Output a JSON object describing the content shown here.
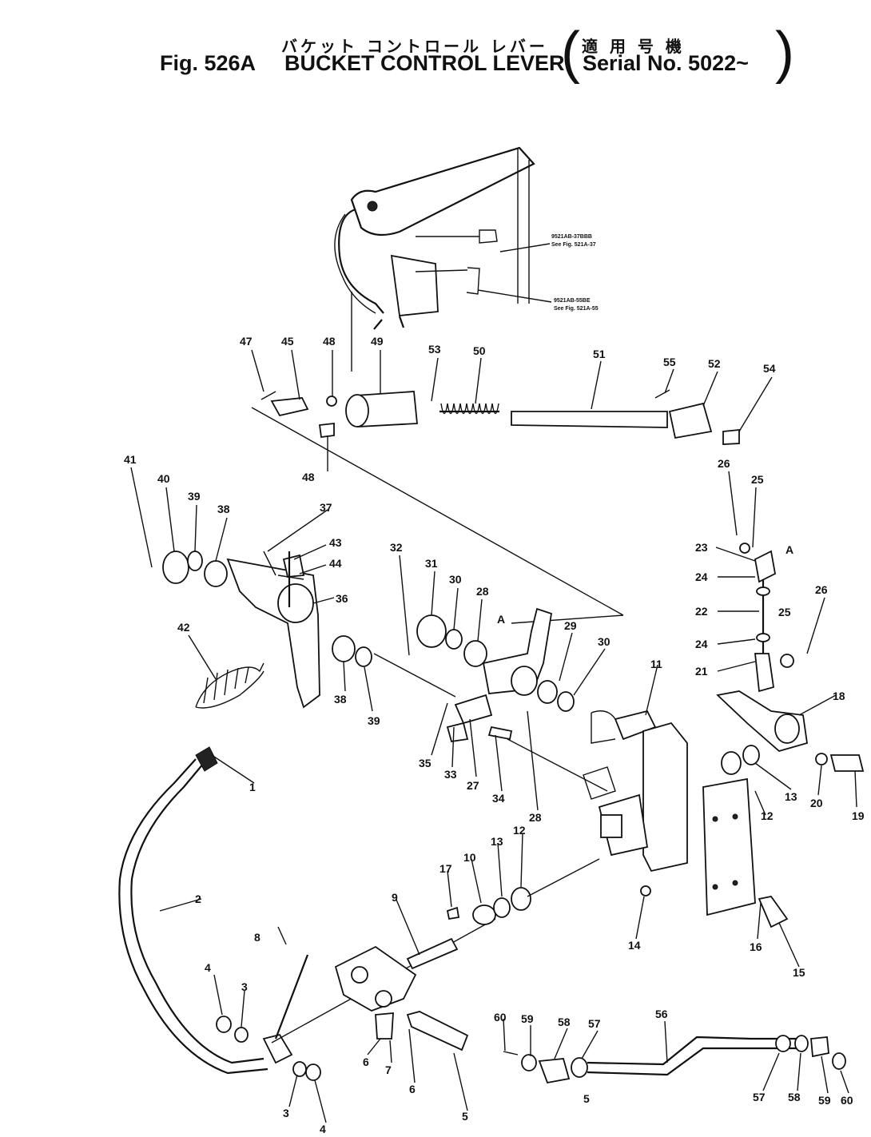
{
  "title": {
    "japanese": "バケット コントロール レバー",
    "serial_japanese": "適 用 号 機",
    "fig": "Fig. 526A",
    "name": "BUCKET CONTROL LEVER",
    "serial": "Serial No. 5022~"
  },
  "references": [
    {
      "line1": "9521AB-37BBB",
      "line2": "See Fig. 521A-37"
    },
    {
      "line1": "9521AB-55BE",
      "line2": "See Fig. 521A-55"
    }
  ],
  "point_markers": [
    "A",
    "A"
  ],
  "callouts": [
    "47",
    "45",
    "48",
    "49",
    "53",
    "50",
    "51",
    "55",
    "52",
    "54",
    "48",
    "26",
    "25",
    "23",
    "24",
    "22",
    "24",
    "25",
    "26",
    "21",
    "41",
    "40",
    "39",
    "38",
    "37",
    "43",
    "44",
    "36",
    "42",
    "32",
    "31",
    "30",
    "28",
    "29",
    "30",
    "11",
    "38",
    "39",
    "35",
    "33",
    "27",
    "34",
    "28",
    "18",
    "13",
    "12",
    "20",
    "19",
    "1",
    "2",
    "17",
    "10",
    "13",
    "12",
    "14",
    "16",
    "15",
    "9",
    "8",
    "4",
    "3",
    "3",
    "4",
    "6",
    "7",
    "6",
    "5",
    "60",
    "59",
    "58",
    "57",
    "56",
    "5",
    "57",
    "58",
    "59",
    "60"
  ]
}
